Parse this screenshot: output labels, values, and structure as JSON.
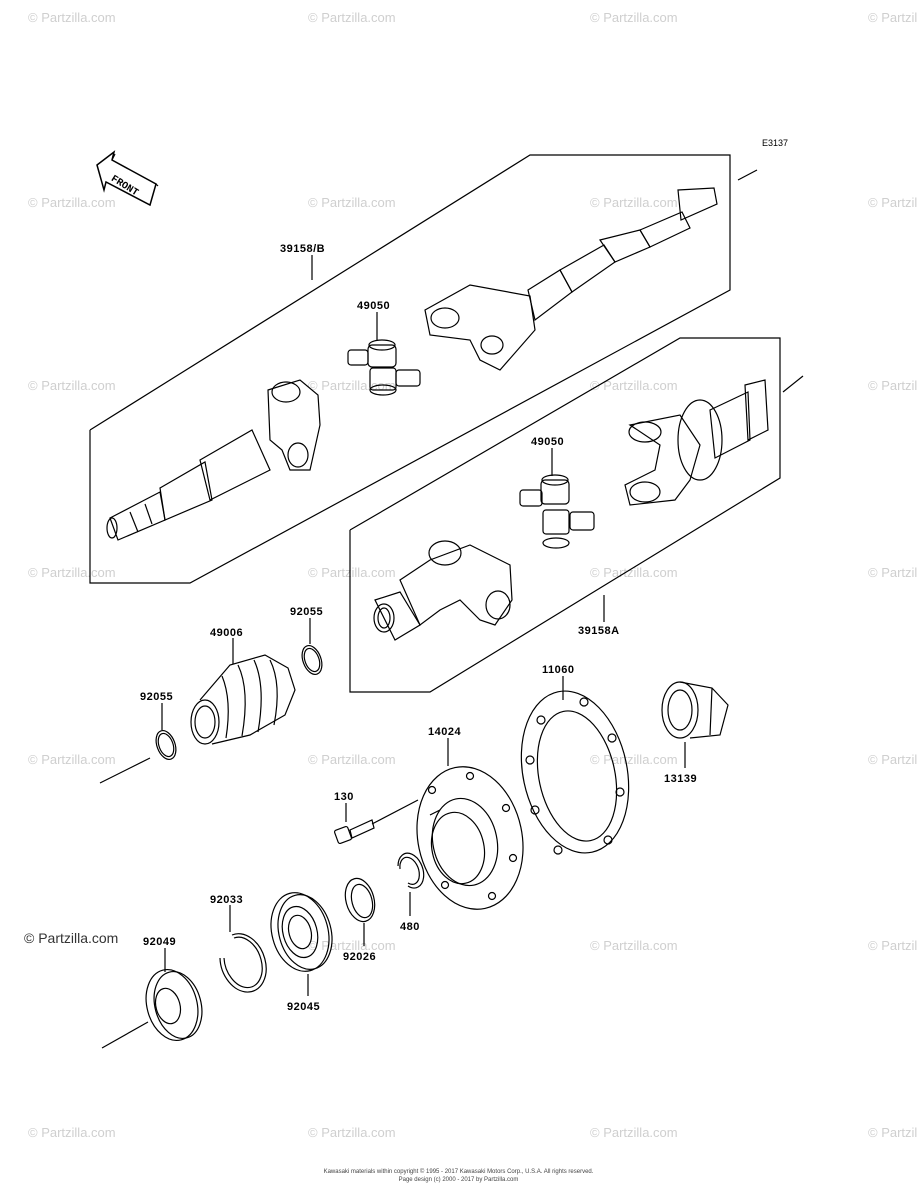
{
  "watermark": "© Partzilla.com",
  "watermark_strong": "© Partzilla.com",
  "diagram_code": "E3137",
  "front_label": "FRONT",
  "parts": {
    "p39158B": "39158/B",
    "p49050a": "49050",
    "p49050b": "49050",
    "p39158A": "39158A",
    "p92055a": "92055",
    "p49006": "49006",
    "p92055b": "92055",
    "p11060": "11060",
    "p14024": "14024",
    "p13139": "13139",
    "p130": "130",
    "p480": "480",
    "p92033": "92033",
    "p92049": "92049",
    "p92026": "92026",
    "p92045": "92045"
  },
  "footer": {
    "line1": "Kawasaki materials within copyright © 1995 - 2017 Kawasaki Motors Corp., U.S.A. All rights reserved.",
    "line2": "Page design (c) 2000 - 2017 by Partzilla.com"
  }
}
